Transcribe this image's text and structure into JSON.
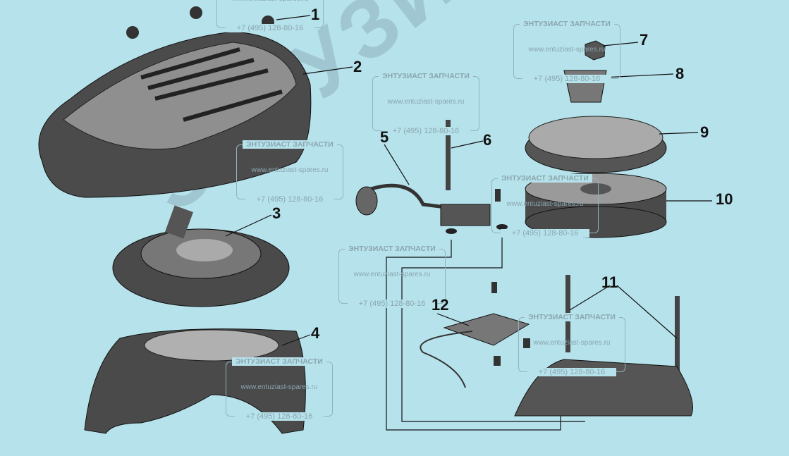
{
  "watermark": {
    "logo_text": "ЭНТУЗИАСТ ЗАПЧАСТИ ®",
    "title": "ЭНТУЗИАСТ ЗАПЧАСТИ",
    "url": "www.entuziast-spares.ru",
    "phone": "+7 (495) 128-80-16"
  },
  "callouts": [
    "1",
    "2",
    "3",
    "4",
    "5",
    "6",
    "7",
    "8",
    "9",
    "10",
    "11",
    "12"
  ],
  "colors": {
    "background": "#b6e2ec",
    "part": "#5a5a5a",
    "part_light": "#9a9a9a"
  }
}
